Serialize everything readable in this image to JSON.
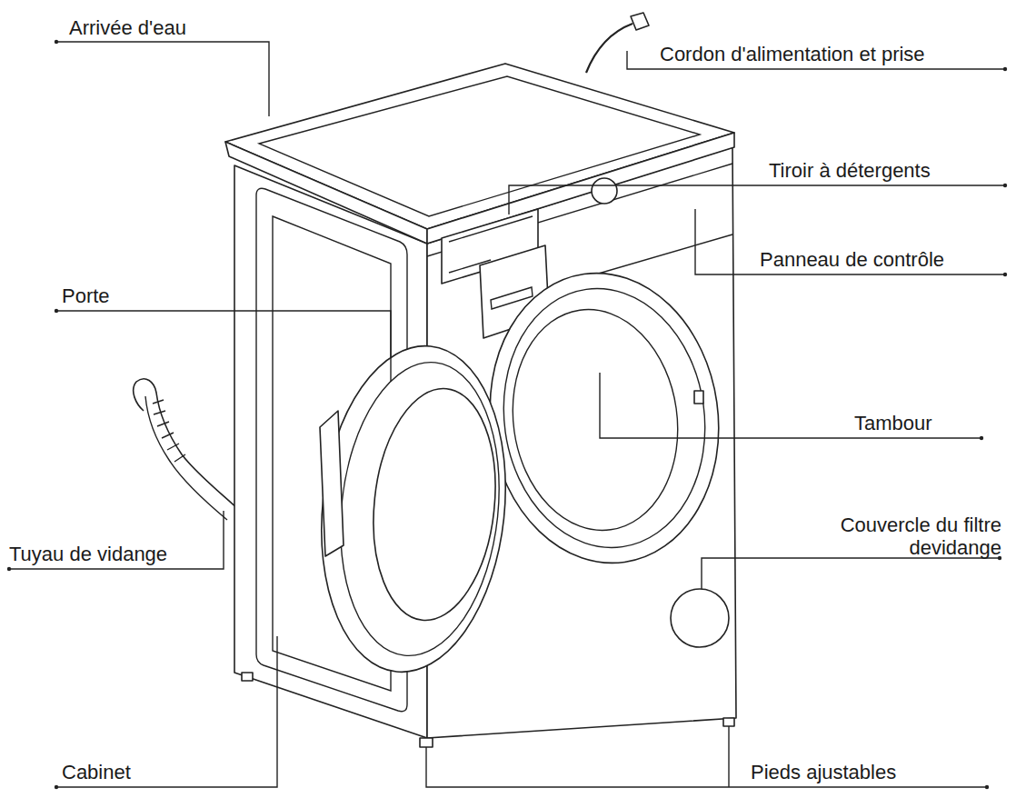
{
  "diagram": {
    "labels": [
      "Arrivée d'eau",
      "Cordon d'alimentation et prise",
      "Tiroir à détergents",
      "Panneau de contrôle",
      "Porte",
      "Tambour",
      "Couvercle du filtre devidange",
      "Tuyau de vidange",
      "Cabinet",
      "Pieds ajustables"
    ]
  }
}
